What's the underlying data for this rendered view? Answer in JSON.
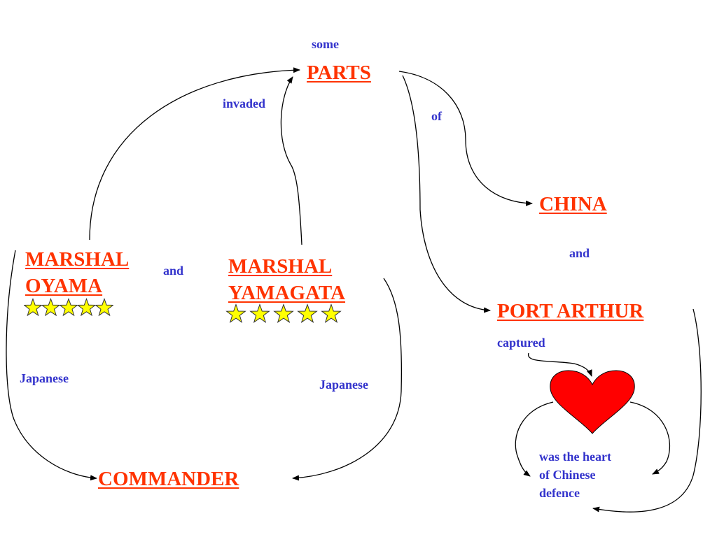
{
  "colors": {
    "node_text": "#FF3300",
    "label_text": "#3333CC",
    "line": "#000000",
    "star_fill": "#FFFF00",
    "star_stroke": "#333333",
    "heart_fill": "#FF0000"
  },
  "nodes": {
    "parts": "PARTS",
    "china": "CHINA",
    "port_arthur": "PORT ARTHUR",
    "oyama_line1": "MARSHAL",
    "oyama_line2": "OYAMA",
    "yamagata_line1": "MARSHAL",
    "yamagata_line2": "YAMAGATA",
    "commander": "COMMANDER"
  },
  "labels": {
    "some": "some",
    "invaded": "invaded",
    "of": "of",
    "and_china": "and",
    "and_marshals": "and",
    "japanese_left": "Japanese",
    "japanese_right": "Japanese",
    "captured": "captured",
    "heart_line1": "was the heart",
    "heart_line2": "of Chinese",
    "heart_line3": "defence"
  },
  "ratings": {
    "oyama_stars": 5,
    "yamagata_stars": 5
  },
  "icons": {
    "star": "star-icon",
    "heart": "heart-icon"
  }
}
